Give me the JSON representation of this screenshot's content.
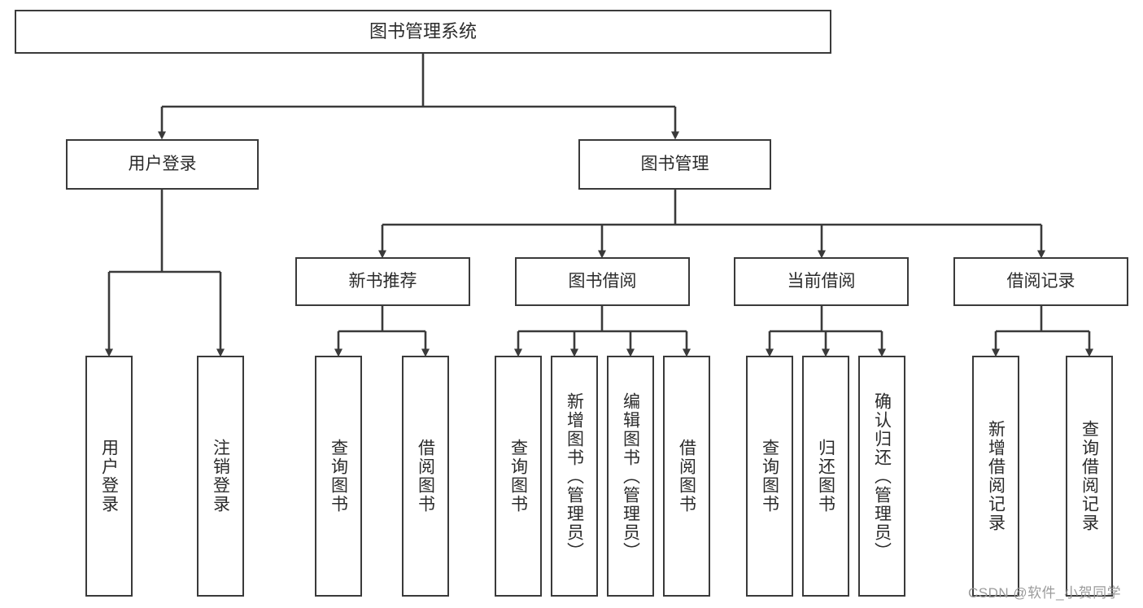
{
  "diagram": {
    "type": "tree-hierarchy",
    "title": "图书管理系统",
    "watermark": "CSDN @软件_小贺同学",
    "colors": {
      "box_border": "#3a3a3a",
      "box_fill": "#ffffff",
      "connector": "#3a3a3a",
      "text": "#2b2b2b",
      "watermark": "#9b9b9b"
    },
    "nodes": {
      "root": {
        "label": "图书管理系统",
        "level": 0,
        "orientation": "horizontal"
      },
      "user_login": {
        "label": "用户登录",
        "level": 1,
        "orientation": "horizontal"
      },
      "book_manage": {
        "label": "图书管理",
        "level": 1,
        "orientation": "horizontal"
      },
      "new_book_rec": {
        "label": "新书推荐",
        "level": 2,
        "orientation": "horizontal"
      },
      "book_borrow": {
        "label": "图书借阅",
        "level": 2,
        "orientation": "horizontal"
      },
      "current_borrow": {
        "label": "当前借阅",
        "level": 2,
        "orientation": "horizontal"
      },
      "borrow_record": {
        "label": "借阅记录",
        "level": 2,
        "orientation": "horizontal"
      },
      "leaf_user_login": {
        "label": "用户登录",
        "level": 3,
        "orientation": "vertical"
      },
      "leaf_logout": {
        "label": "注销登录",
        "level": 3,
        "orientation": "vertical"
      },
      "leaf_query_book_1": {
        "label": "查询图书",
        "level": 3,
        "orientation": "vertical"
      },
      "leaf_borrow_book_1": {
        "label": "借阅图书",
        "level": 3,
        "orientation": "vertical"
      },
      "leaf_query_book_2": {
        "label": "查询图书",
        "level": 3,
        "orientation": "vertical"
      },
      "leaf_add_book": {
        "label": "新增图书（管理员）",
        "level": 3,
        "orientation": "vertical"
      },
      "leaf_edit_book": {
        "label": "编辑图书（管理员）",
        "level": 3,
        "orientation": "vertical"
      },
      "leaf_borrow_book_2": {
        "label": "借阅图书",
        "level": 3,
        "orientation": "vertical"
      },
      "leaf_query_book_3": {
        "label": "查询图书",
        "level": 3,
        "orientation": "vertical"
      },
      "leaf_return_book": {
        "label": "归还图书",
        "level": 3,
        "orientation": "vertical"
      },
      "leaf_confirm_return": {
        "label": "确认归还（管理员）",
        "level": 3,
        "orientation": "vertical"
      },
      "leaf_add_record": {
        "label": "新增借阅记录",
        "level": 3,
        "orientation": "vertical"
      },
      "leaf_query_record": {
        "label": "查询借阅记录",
        "level": 3,
        "orientation": "vertical"
      }
    },
    "edges": [
      {
        "from": "root",
        "to": "user_login"
      },
      {
        "from": "root",
        "to": "book_manage"
      },
      {
        "from": "user_login",
        "to": "leaf_user_login"
      },
      {
        "from": "user_login",
        "to": "leaf_logout"
      },
      {
        "from": "book_manage",
        "to": "new_book_rec"
      },
      {
        "from": "book_manage",
        "to": "book_borrow"
      },
      {
        "from": "book_manage",
        "to": "current_borrow"
      },
      {
        "from": "book_manage",
        "to": "borrow_record"
      },
      {
        "from": "new_book_rec",
        "to": "leaf_query_book_1"
      },
      {
        "from": "new_book_rec",
        "to": "leaf_borrow_book_1"
      },
      {
        "from": "book_borrow",
        "to": "leaf_query_book_2"
      },
      {
        "from": "book_borrow",
        "to": "leaf_add_book"
      },
      {
        "from": "book_borrow",
        "to": "leaf_edit_book"
      },
      {
        "from": "book_borrow",
        "to": "leaf_borrow_book_2"
      },
      {
        "from": "current_borrow",
        "to": "leaf_query_book_3"
      },
      {
        "from": "current_borrow",
        "to": "leaf_return_book"
      },
      {
        "from": "current_borrow",
        "to": "leaf_confirm_return"
      },
      {
        "from": "borrow_record",
        "to": "leaf_add_record"
      },
      {
        "from": "borrow_record",
        "to": "leaf_query_record"
      }
    ]
  }
}
